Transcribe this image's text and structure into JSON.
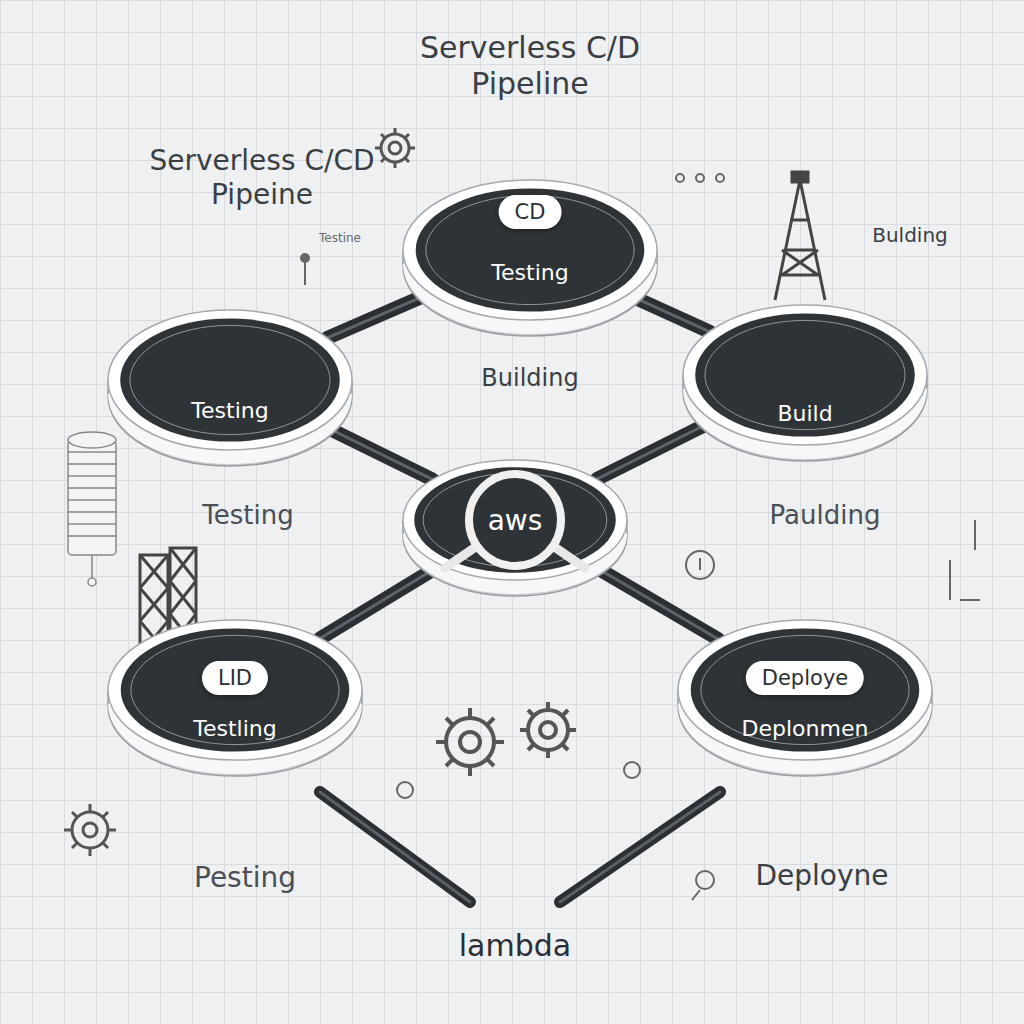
{
  "diagram": {
    "title": "Serverless C/D Pipeline",
    "nodes": [
      {
        "text": [
          "CD",
          "Testing"
        ]
      },
      {
        "text": [
          "Testing"
        ]
      },
      {
        "text": [
          "Build"
        ]
      },
      {
        "text": [
          "aws"
        ]
      },
      {
        "text": [
          "LID",
          "Testling"
        ]
      },
      {
        "text": [
          "Deploye",
          "Deplonmen"
        ]
      }
    ],
    "edges": [
      {
        "from": 1,
        "to": 0,
        "arrow": "none"
      },
      {
        "from": 0,
        "to": 2,
        "arrow": "none"
      },
      {
        "from": 1,
        "to": 3,
        "arrow": "none"
      },
      {
        "from": 3,
        "to": 2,
        "arrow": "none"
      },
      {
        "from": 4,
        "to": 3,
        "arrow": "none"
      },
      {
        "from": 3,
        "to": 5,
        "arrow": "none"
      }
    ],
    "labels": [
      "Serverless C/CD Pipeine",
      "Testine",
      "Bulding",
      "Building",
      "Testing",
      "Paulding",
      "Pesting",
      "Deployne",
      "lambda"
    ]
  }
}
